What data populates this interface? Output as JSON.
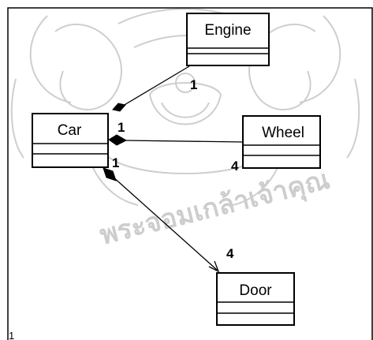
{
  "diagram": {
    "classes": [
      {
        "id": "engine",
        "name": "Engine"
      },
      {
        "id": "car",
        "name": "Car"
      },
      {
        "id": "wheel",
        "name": "Wheel"
      },
      {
        "id": "door",
        "name": "Door"
      }
    ],
    "associations": [
      {
        "id": "car-engine",
        "whole": "Car",
        "part": "Engine",
        "kind": "composition",
        "whole_multiplicity": "",
        "part_multiplicity": "1"
      },
      {
        "id": "car-wheel",
        "whole": "Car",
        "part": "Wheel",
        "kind": "composition",
        "whole_multiplicity": "1",
        "part_multiplicity": "4"
      },
      {
        "id": "car-door",
        "whole": "Car",
        "part": "Door",
        "kind": "composition",
        "whole_multiplicity": "1",
        "part_multiplicity": "4"
      }
    ],
    "corner_mark": "1",
    "watermark": {
      "text": "พระจอมเกล้าเจ้าคุณ",
      "color": "#c8c8c8"
    }
  }
}
